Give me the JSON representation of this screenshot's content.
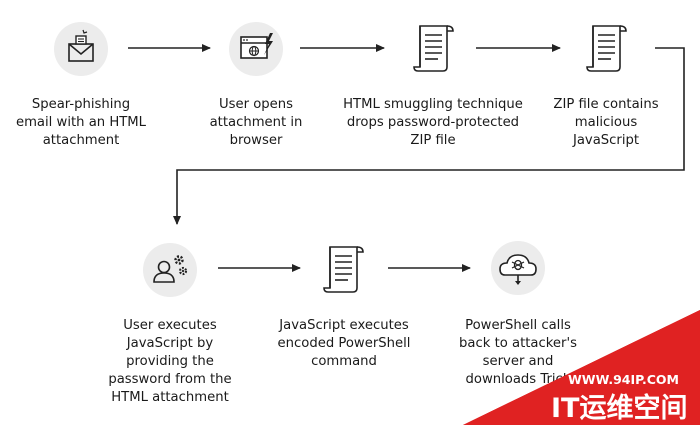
{
  "steps": [
    {
      "icon": "email-icon",
      "label": "Spear-phishing\nemail with an HTML\nattachment"
    },
    {
      "icon": "browser-icon",
      "label": "User opens\nattachment in\nbrowser"
    },
    {
      "icon": "script-icon",
      "label": "HTML smuggling technique\ndrops password-protected\nZIP file"
    },
    {
      "icon": "script-icon",
      "label": "ZIP file contains\nmalicious\nJavaScript"
    },
    {
      "icon": "user-gears-icon",
      "label": "User executes\nJavaScript by\nproviding the\npassword from the\nHTML attachment"
    },
    {
      "icon": "script-icon",
      "label": "JavaScript executes\nencoded PowerShell\ncommand"
    },
    {
      "icon": "cloud-bug-download-icon",
      "label": "PowerShell calls\nback to attacker's\nserver and\ndownloads Trick"
    }
  ],
  "watermark": {
    "url": "WWW.94IP.COM",
    "text": "IT运维空间",
    "color": "#e02222"
  },
  "colors": {
    "icon_bg": "#ececec",
    "stroke": "#222222"
  }
}
